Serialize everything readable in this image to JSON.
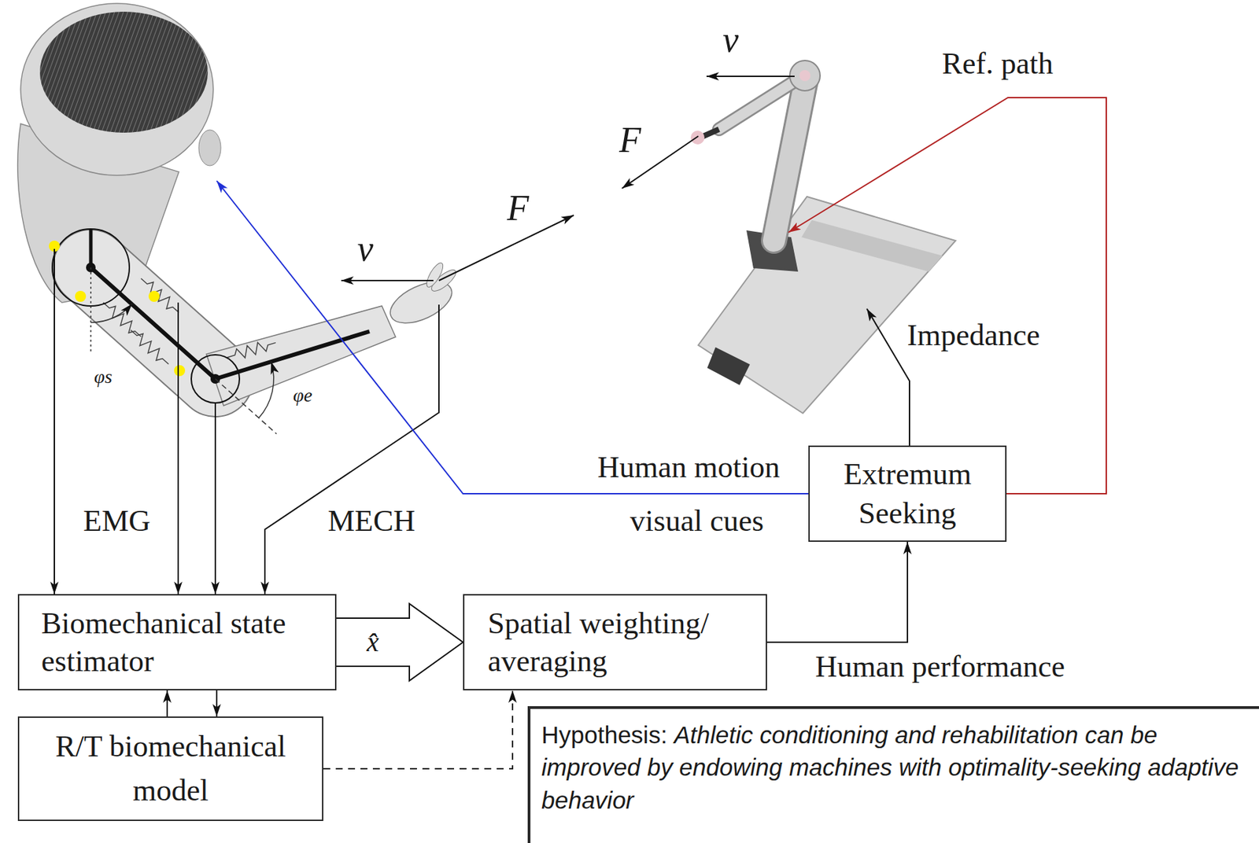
{
  "diagram": {
    "nodes": [
      {
        "text": [
          "Extremum Seeking"
        ]
      },
      {
        "text": [
          "Biomechanical state estimator"
        ]
      },
      {
        "text": [
          "Spatial weighting/ averaging"
        ]
      },
      {
        "text": [
          "R/T biomechanical model"
        ]
      },
      {
        "text": [
          "Hypothesis:",
          "Athletic conditioning and rehabilitation can be improved by endowing machines with optimality-seeking adaptive behavior"
        ]
      }
    ],
    "edges": [
      {
        "from": 1,
        "to": 2,
        "arrow": "to",
        "label": "x̂"
      },
      {
        "from": 2,
        "to": 0,
        "arrow": "to",
        "label": "Human performance"
      },
      {
        "from": 3,
        "to": 1,
        "arrow": "to"
      },
      {
        "from": 1,
        "to": 3,
        "arrow": "to"
      },
      {
        "from": 3,
        "to": 2,
        "arrow": "to"
      }
    ],
    "labels": [
      "v",
      "Ref. path",
      "F",
      "F",
      "v",
      "Impedance",
      "φs",
      "φe",
      "Human motion",
      "EMG",
      "MECH",
      "visual cues"
    ]
  }
}
